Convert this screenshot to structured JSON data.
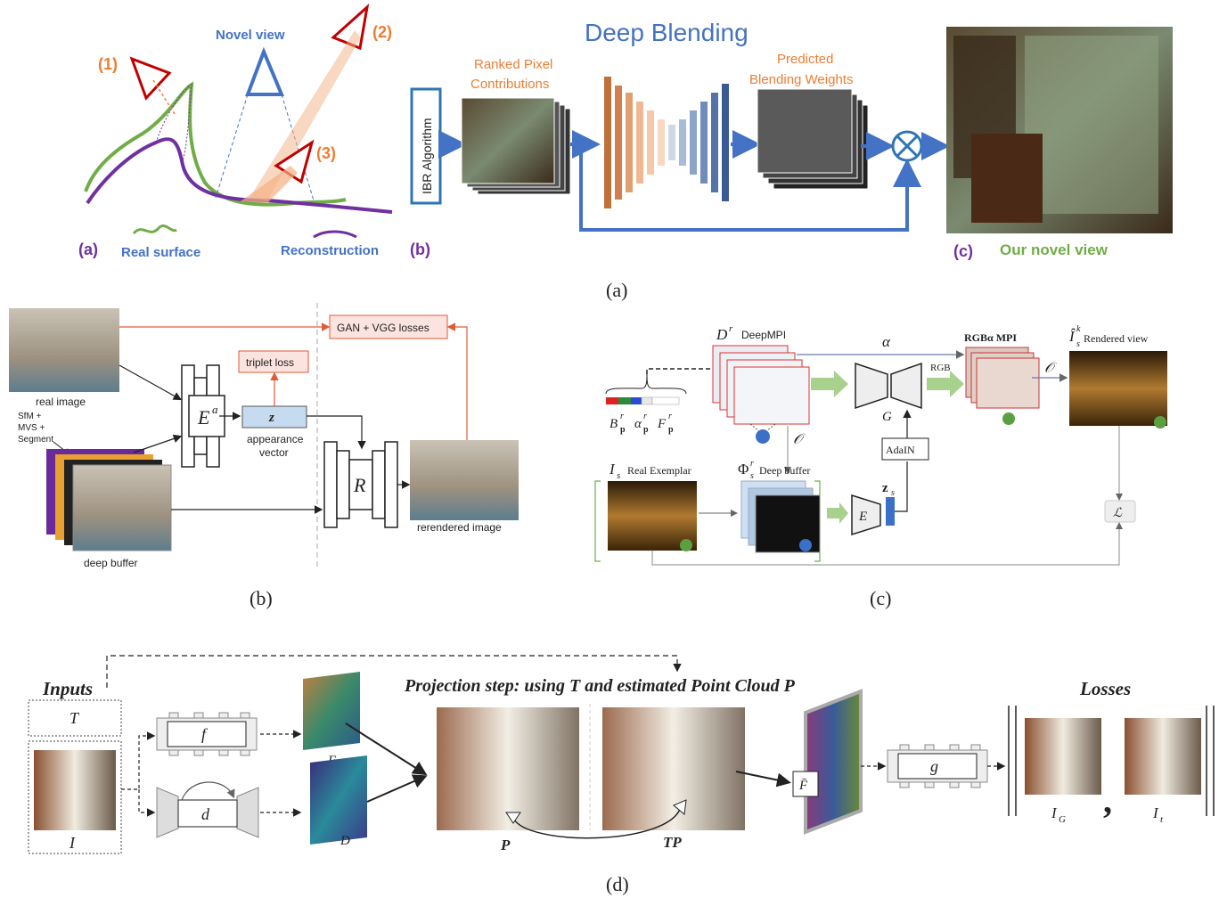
{
  "colors": {
    "orange": "#ed7d31",
    "blue": "#4472c4",
    "purple": "#7030a0",
    "green": "#70ad47",
    "red_camera": "#c00000",
    "red_line": "#e05a3a",
    "loss_fill": "#fbe3df"
  },
  "panel_a": {
    "caption": "(a)",
    "sub_a": {
      "label": "(a)",
      "cam1": "(1)",
      "cam2": "(2)",
      "cam3": "(3)",
      "novel_view": "Novel view",
      "real_surface": "Real surface",
      "reconstruction": "Reconstruction"
    },
    "sub_b": {
      "label": "(b)",
      "title": "Deep Blending",
      "ibr": "IBR Algorithm",
      "ranked_1": "Ranked Pixel",
      "ranked_2": "Contributions",
      "predicted_1": "Predicted",
      "predicted_2": "Blending Weights"
    },
    "sub_c": {
      "label": "(c)",
      "novel": "Our novel view"
    }
  },
  "panel_b": {
    "caption": "(b)",
    "real_image": "real image",
    "sfm_1": "SfM +",
    "sfm_2": "MVS +",
    "sfm_3": "Segment",
    "deep_buffer": "deep buffer",
    "encoder": "E",
    "encoder_sup": "a",
    "z": "z",
    "appearance_1": "appearance",
    "appearance_2": "vector",
    "triplet": "triplet loss",
    "gan": "GAN + VGG losses",
    "renderer": "R",
    "rerendered": "rerendered image"
  },
  "panel_c": {
    "caption": "(c)",
    "deepmpi_sym": "D",
    "deepmpi_sup": "r",
    "deepmpi": "DeepMPI",
    "alpha": "α",
    "rgb": "RGB",
    "rgba_mpi": "RGBα MPI",
    "O_1": "𝒪",
    "O_2": "𝒪",
    "rendered_sym": "Î",
    "rendered_sup": "k",
    "rendered_sub": "s",
    "rendered": "Rendered view",
    "G": "G",
    "adain": "AdaIN",
    "E": "E",
    "zs": "z",
    "zs_sub": "s",
    "B": "B",
    "alpha_p": "α",
    "F": "F",
    "p": "p",
    "r": "r",
    "I_s": "I",
    "I_s_sub": "s",
    "real_exemplar": "Real Exemplar",
    "phi": "Φ",
    "phi_sup": "r",
    "phi_sub": "s",
    "deep_buffer": "Deep buffer",
    "loss": "ℒ"
  },
  "panel_d": {
    "caption": "(d)",
    "inputs": "Inputs",
    "T": "T",
    "I": "I",
    "f": "f",
    "d": "d",
    "F": "F",
    "D": "D",
    "projection": "Projection step: using T and estimated Point Cloud P",
    "P": "P",
    "TP": "TP",
    "Fbar": "F̄",
    "g": "g",
    "losses": "Losses",
    "IG": "I",
    "IG_sub": "G",
    "It": "I",
    "It_sub": "t",
    "comma": ","
  }
}
